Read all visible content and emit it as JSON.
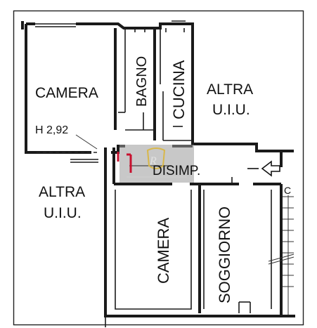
{
  "rooms": {
    "camera_top": "CAMERA",
    "bagno": "BAGNO",
    "cucina": "CUCINA",
    "altra_right_1": "ALTRA",
    "altra_right_2": "U.I.U.",
    "altra_left_1": "ALTRA",
    "altra_left_2": "U.I.U.",
    "disimp": "DISIMP.",
    "camera_bottom": "CAMERA",
    "soggiorno": "SOGGIORNO"
  },
  "height_note": "H 2,92",
  "watermark_monogram": "R",
  "stair_letter": "C",
  "colors": {
    "wall": "#1a1a1a",
    "background": "#ffffff",
    "watermark_box": "#9a9a9a",
    "accent_red": "#c8102e",
    "watermark_mark": "#d8b74a"
  },
  "icons": {
    "entrance": "entrance-arrow-icon",
    "watermark": "watermark-logo"
  }
}
